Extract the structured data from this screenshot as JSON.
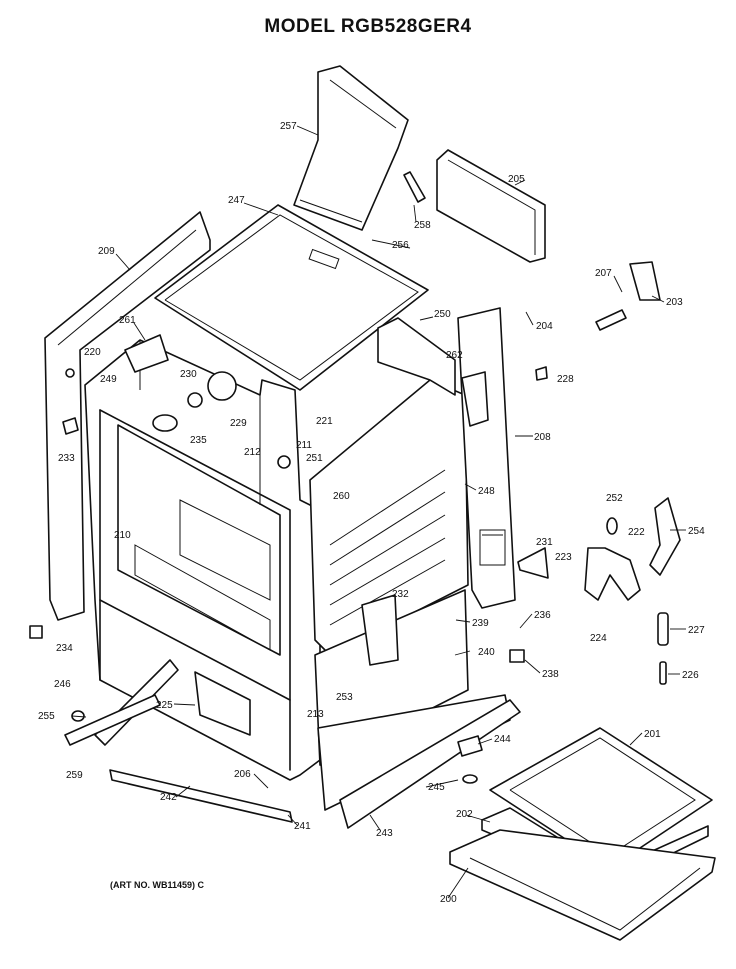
{
  "title": "MODEL RGB528GER4",
  "art_number": "(ART NO. WB11459) C",
  "callouts": [
    "200",
    "201",
    "202",
    "203",
    "204",
    "205",
    "206",
    "207",
    "208",
    "209",
    "210",
    "211",
    "212",
    "213",
    "220",
    "221",
    "223",
    "222",
    "224",
    "225",
    "226",
    "227",
    "228",
    "229",
    "230",
    "231",
    "232",
    "233",
    "234",
    "235",
    "236",
    "238",
    "239",
    "240",
    "241",
    "242",
    "243",
    "244",
    "245",
    "246",
    "247",
    "248",
    "249",
    "250",
    "251",
    "252",
    "253",
    "254",
    "255",
    "256",
    "257",
    "258",
    "259",
    "260",
    "261",
    "262"
  ]
}
